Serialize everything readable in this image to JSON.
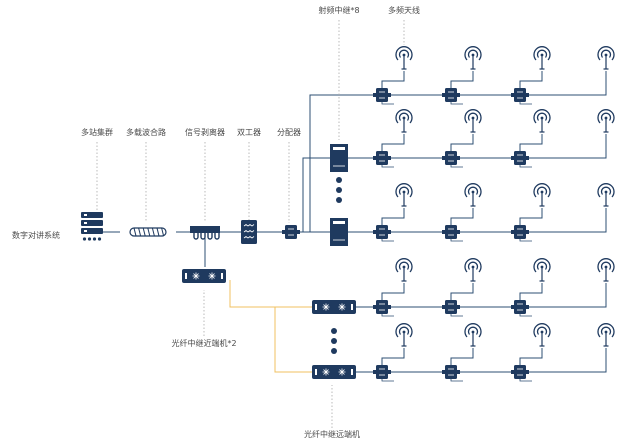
{
  "labels": {
    "multi_station_cluster": "多站集群",
    "multi_carrier_combiner": "多载波合路",
    "signal_splitter": "信号剥离器",
    "duplexer": "双工器",
    "power_divider": "分配器",
    "rf_repeater": "射频中继*8",
    "multi_band_antenna": "多频天线",
    "digital_trunking_system": "数字对讲系统",
    "fiber_repeater_near": "光纤中继近端机*2",
    "fiber_repeater_far": "光纤中继远端机"
  },
  "colors": {
    "navy": "#1f3a5f",
    "rf_line": "#2d4f73",
    "fiber_line": "#f0c060",
    "dotted": "#aaaaaa",
    "text": "#4a4a4a"
  },
  "icons": {
    "cluster": "server-stack-icon",
    "combiner": "combiner-coil-icon",
    "splitter": "splitter-icon",
    "duplexer": "duplexer-icon",
    "divider": "divider-icon",
    "rf_repeater": "rf-repeater-cabinet-icon",
    "fiber_unit": "fiber-transceiver-icon",
    "coupler": "coupler-icon",
    "antenna": "antenna-icon"
  }
}
